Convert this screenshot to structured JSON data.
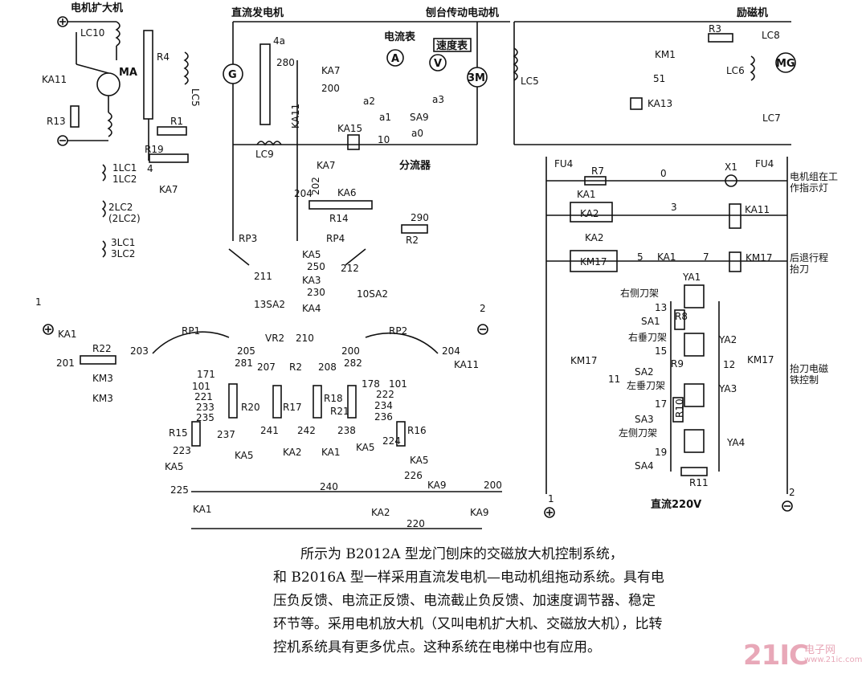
{
  "headings": {
    "amplidyne": "电机扩大机",
    "dc_generator": "直流发电机",
    "drive_motor": "刨台传动电动机",
    "exciter": "励磁机"
  },
  "components": {
    "LC10": "LC10",
    "MA": "MA",
    "KA11_left": "KA11",
    "R13": "R13",
    "R4": "R4",
    "LC5_a": "LC5",
    "R1": "R1",
    "R19": "R19",
    "n4": "4",
    "C1LC": "1LC1\n1LC2",
    "KA7_a": "KA7",
    "G": "G",
    "n4a": "4a",
    "n280": "280",
    "KA7_b": "KA7",
    "n200": "200",
    "KA11_mid": "KA11",
    "ammeter_label": "电流表",
    "A": "A",
    "speed_label": "速度表",
    "V": "V",
    "a2": "a2",
    "a1": "a1",
    "SA9": "SA9",
    "a3": "a3",
    "a0": "a0",
    "M3": "3M",
    "KA15": "KA15",
    "n10": "10",
    "shunt": "分流器",
    "LC9": "LC9",
    "KA7_c": "KA7",
    "n202": "202",
    "KA6": "KA6",
    "n204": "204",
    "R14": "R14",
    "C2LC": "2LC2\n(2LC2)",
    "n290": "290",
    "R2_a": "R2",
    "C3LC": "3LC1\n3LC2",
    "RP3": "RP3",
    "RP4": "RP4",
    "KA5_a": "KA5",
    "n250": "250",
    "KA3": "KA3",
    "n230": "230",
    "KA4": "KA4",
    "n211": "211",
    "n212": "212",
    "SA13": "13SA2",
    "SA10": "10SA2",
    "n1_left": "1",
    "KA1_l": "KA1",
    "R22": "R22",
    "n203": "203",
    "n201": "201",
    "KM3_a": "KM3",
    "KM3_b": "KM3",
    "RP1": "RP1",
    "VR2": "VR2",
    "n205": "205",
    "n210": "210",
    "n200b": "200",
    "RP2": "RP2",
    "n204b": "204",
    "KA11_r": "KA11",
    "n2_mid": "2",
    "n281": "281",
    "n207": "207",
    "R2_b": "R2",
    "n208": "208",
    "n282": "282",
    "n171": "171",
    "n101": "101",
    "n221": "221",
    "n233": "233",
    "n235": "235",
    "R20": "R20",
    "R17": "R17",
    "R18": "R18",
    "R21": "R21",
    "n178": "178",
    "n101b": "101",
    "n222": "222",
    "n234": "234",
    "n236": "236",
    "R15": "R15",
    "R16": "R16",
    "n237": "237",
    "n241": "241",
    "n242": "242",
    "n238": "238",
    "n223": "223",
    "n224": "224",
    "KA5_b": "KA5",
    "KA5_c": "KA5",
    "KA2_a": "KA2",
    "KA1_a": "KA1",
    "KA5_d": "KA5",
    "KA5_e": "KA5",
    "n225": "225",
    "n240": "240",
    "n226": "226",
    "KA9_a": "KA9",
    "n200c": "200",
    "KA1_b": "KA1",
    "KA2_b": "KA2",
    "KA9_b": "KA9",
    "n220": "220",
    "LC5_b": "LC5",
    "KM1": "KM1",
    "n51": "51",
    "KA13": "KA13",
    "R3": "R3",
    "LC8": "LC8",
    "LC6": "LC6",
    "MG": "MG",
    "LC7": "LC7",
    "FU4_l": "FU4",
    "FU4_r": "FU4",
    "R7": "R7",
    "n0": "0",
    "X1": "X1",
    "lamp_label": "电机组在工\n作指示灯",
    "KA1_r1": "KA1",
    "KA2_r": "KA2",
    "n3": "3",
    "KA11_rr": "KA11",
    "KA2_r2": "KA2",
    "KM17_a": "KM17",
    "n5": "5",
    "KA1_r2": "KA1",
    "n7": "7",
    "KM17_b": "KM17",
    "retreat_label": "后退行程\n抬刀",
    "right_rest": "右侧刀架",
    "n13": "13",
    "SA1": "SA1",
    "R8": "R8",
    "YA1": "YA1",
    "right_vert": "右垂刀架",
    "n15": "15",
    "SA2": "SA2",
    "R9": "R9",
    "YA2": "YA2",
    "KM17_c": "KM17",
    "n11": "11",
    "n12": "12",
    "KM17_d": "KM17",
    "lift_label": "抬刀电磁\n铁控制",
    "left_vert": "左垂刀架",
    "n17": "17",
    "SA3": "SA3",
    "R10": "R10",
    "YA3": "YA3",
    "left_rest": "左侧刀架",
    "n19": "19",
    "SA4": "SA4",
    "R11": "R11",
    "YA4": "YA4",
    "n1_r": "1",
    "n2_r": "2",
    "dc220": "直流220V"
  },
  "description": [
    "所示为 B2012A 型龙门刨床的交磁放大机控制系统，",
    "和 B2016A 型一样采用直流发电机—电动机组拖动系统。具有电",
    "压负反馈、电流正反馈、电流截止负反馈、加速度调节器、稳定",
    "环节等。采用电机放大机（又叫电机扩大机、交磁放大机），比转",
    "控机系统具有更多优点。这种系统在电梯中也有应用。"
  ],
  "watermark": {
    "main": "21IC",
    "sub": "电子网",
    "url": "www.21ic.com"
  }
}
